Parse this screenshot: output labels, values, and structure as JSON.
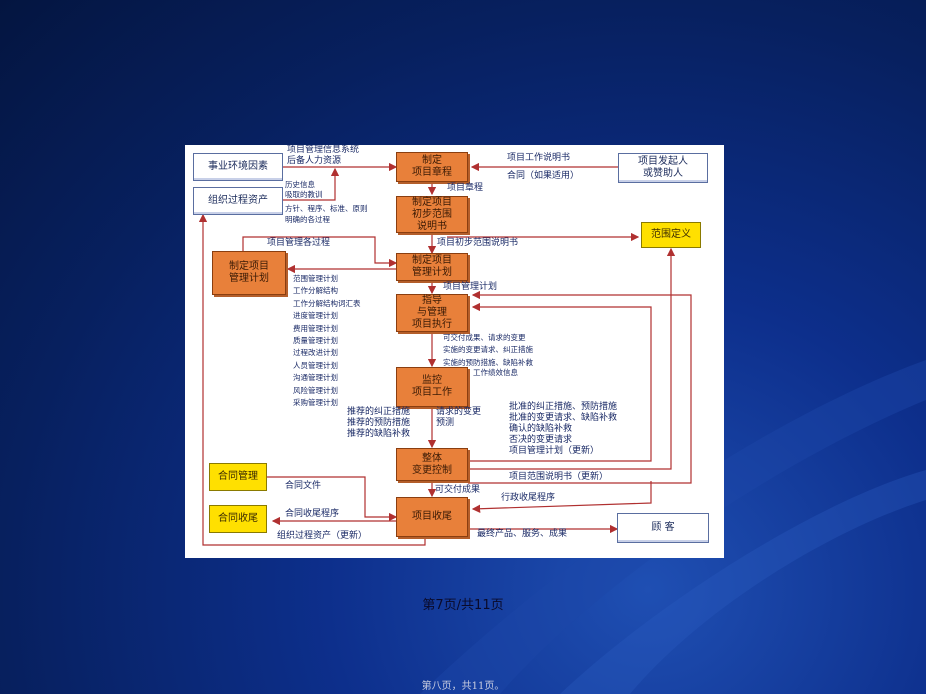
{
  "boxes": {
    "charter": "制定\n项目章程",
    "prelim_scope": "制定项目\n初步范围\n说明书",
    "plan": "制定项目\n管理计划",
    "plan_left": "制定项目\n管理计划",
    "direct": "指导\n与管理\n项目执行",
    "monitor": "监控\n项目工作",
    "change": "整体\n变更控制",
    "close": "项目收尾",
    "scope_def": "范围定义",
    "contract_mgmt": "合同管理",
    "contract_close": "合同收尾",
    "env": "事业环境因素",
    "org_assets": "组织过程资产",
    "sponsor": "项目发起人\n或赞助人",
    "customer": "顾 客"
  },
  "labels": {
    "pmis": "项目管理信息系统\n后备人力资源",
    "history": "历史信息\n吸取的教训",
    "policy": "方针、程序、标准、原则\n明确的各过程",
    "sow": "项目工作说明书",
    "contract_opt": "合同（如果适用）",
    "charter_out": "项目章程",
    "prelim_out": "项目初步范围说明书",
    "pm_processes": "项目管理各过程",
    "plan_out": "项目管理计划",
    "plan_list": [
      "范围管理计划",
      "工作分解结构",
      "工作分解结构词汇表",
      "进度管理计划",
      "费用管理计划",
      "质量管理计划",
      "过程改进计划",
      "人员管理计划",
      "沟通管理计划",
      "风险管理计划",
      "采购管理计划"
    ],
    "deliverables": "可交付成果、请求的变更\n实施的变更请求、纠正措施\n实施的预防措施、缺陷补救",
    "perf_info": "工作绩效信息",
    "recommended": "推荐的纠正措施\n推荐的预防措施\n推荐的缺陷补救",
    "requested": "请求的变更\n预测",
    "approved": "批准的纠正措施、预防措施\n批准的变更请求、缺陷补救\n确认的缺陷补救\n否决的变更请求\n项目管理计划（更新）",
    "scope_update": "项目范围说明书（更新）",
    "deliv_out": "可交付成果",
    "admin_close": "行政收尾程序",
    "contract_docs": "合同文件",
    "contract_proc": "合同收尾程序",
    "final_product": "最终产品、服务、成果",
    "org_update": "组织过程资产（更新）"
  },
  "footer": {
    "page": "第7页/共11页",
    "page_cn": "第八页，共11页。"
  }
}
